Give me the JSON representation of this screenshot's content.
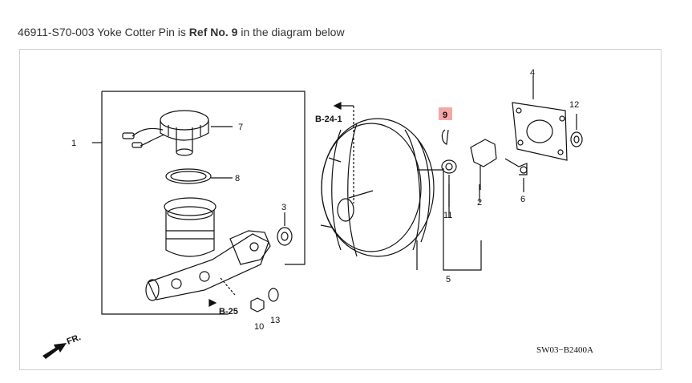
{
  "caption": {
    "part_number": "46911-S70-003",
    "part_name": "Yoke Cotter Pin",
    "mid_text": "is",
    "ref_label": "Ref No. 9",
    "tail_text": "in the diagram below"
  },
  "diagram": {
    "highlight_color": "#f4a7a7",
    "highlighted_ref": "9",
    "ref_numbers": {
      "n1": "1",
      "n2": "2",
      "n3": "3",
      "n4": "4",
      "n5": "5",
      "n6": "6",
      "n7": "7",
      "n8": "8",
      "n9": "9",
      "n10": "10",
      "n11": "11",
      "n12": "12",
      "n13": "13"
    },
    "section_refs": {
      "upper": "B-24-1",
      "lower": "B-25"
    },
    "direction_label": "FR.",
    "drawing_code": "SW03−B2400A"
  }
}
